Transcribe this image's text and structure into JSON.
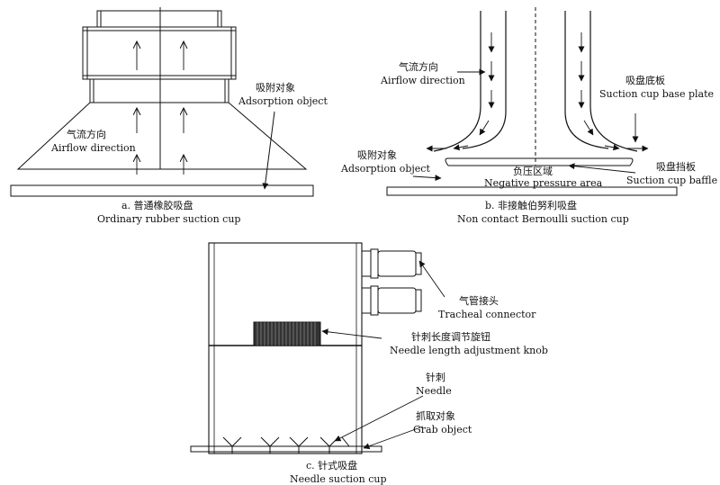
{
  "panel_a": {
    "airflow_zh": "气流方向",
    "airflow_en": "Airflow direction",
    "object_zh": "吸附对象",
    "object_en": "Adsorption object",
    "caption_zh": "a. 普通橡胶吸盘",
    "caption_en": "Ordinary rubber suction cup"
  },
  "panel_b": {
    "airflow_zh": "气流方向",
    "airflow_en": "Airflow direction",
    "base_zh": "吸盘底板",
    "base_en": "Suction cup base plate",
    "object_zh": "吸附对象",
    "object_en": "Adsorption object",
    "pressure_zh": "负压区域",
    "pressure_en": "Negative pressure area",
    "baffle_zh": "吸盘挡板",
    "baffle_en": "Suction cup baffle",
    "caption_zh": "b. 非接触伯努利吸盘",
    "caption_en": "Non contact Bernoulli suction cup"
  },
  "panel_c": {
    "connector_zh": "气管接头",
    "connector_en": "Tracheal connector",
    "knob_zh": "针刺长度调节旋钮",
    "knob_en": "Needle length adjustment knob",
    "needle_zh": "针刺",
    "needle_en": "Needle",
    "grab_zh": "抓取对象",
    "grab_en": "Grab object",
    "caption_zh": "c. 针式吸盘",
    "caption_en": "Needle suction cup"
  }
}
